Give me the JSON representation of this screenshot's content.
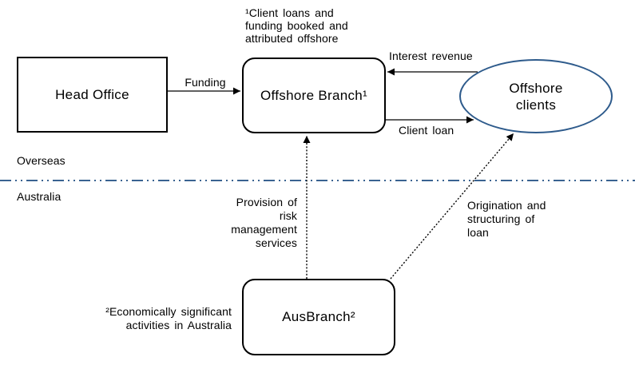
{
  "diagram": {
    "regions": {
      "overseas": "Overseas",
      "australia": "Australia"
    },
    "nodes": {
      "head_office": "Head Office",
      "offshore_branch": "Offshore Branch¹",
      "offshore_clients": "Offshore\nclients",
      "aus_branch": "AusBranch²"
    },
    "flows": {
      "funding": "Funding",
      "interest_revenue": "Interest revenue",
      "client_loan": "Client loan",
      "provision": "Provision of\nrisk\nmanagement\nservices",
      "origination": "Origination and\nstructuring of\nloan"
    },
    "footnotes": {
      "one": "¹Client loans and\nfunding booked and\nattributed offshore",
      "two": "²Economically significant\nactivities in Australia"
    },
    "colors": {
      "ellipse_border": "#2E5B8C",
      "divider": "#3A6391",
      "connector": "#000000"
    }
  }
}
